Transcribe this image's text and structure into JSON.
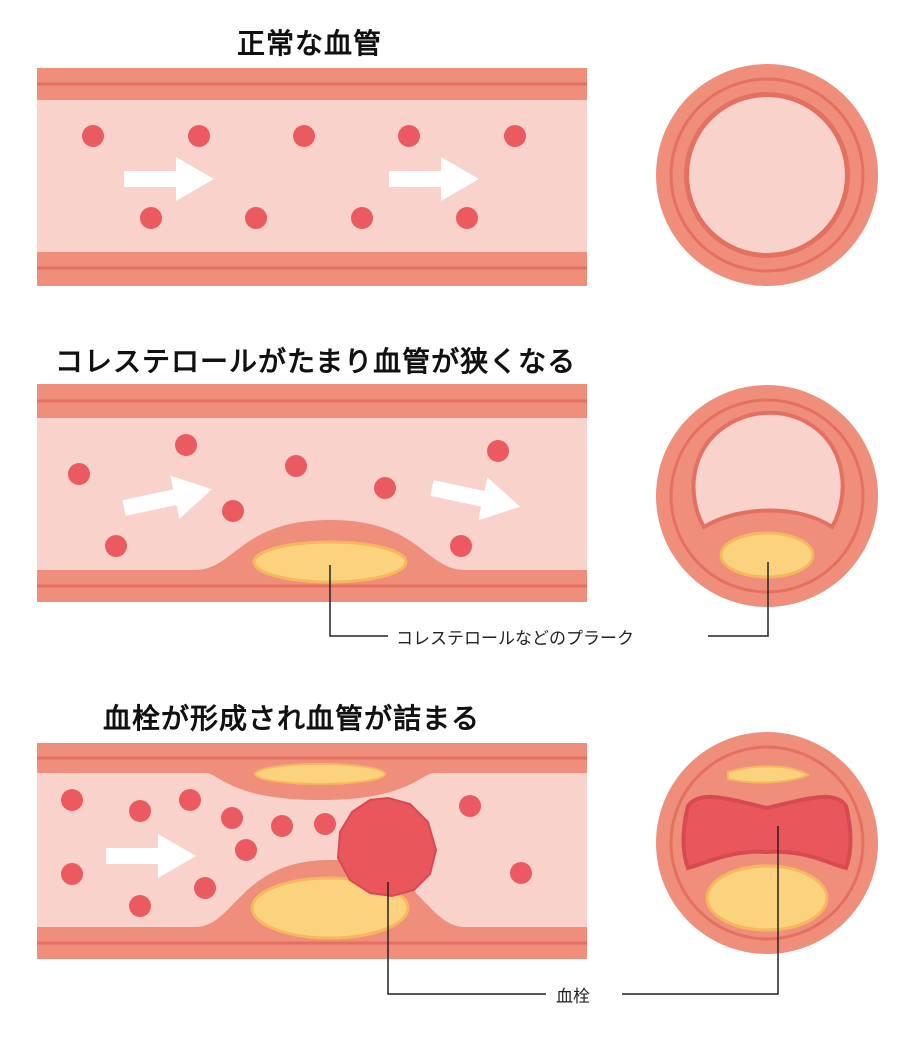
{
  "panels": {
    "normal": {
      "title": "正常な血管"
    },
    "narrowing": {
      "title": "コレステロールがたまり血管が狭くなる",
      "callout": "コレステロールなどのプラーク"
    },
    "clot": {
      "title": "血栓が形成され血管が詰まる",
      "callout": "血栓"
    }
  },
  "colors": {
    "wall": "#f08e7c",
    "wall_dark": "#e4705f",
    "lumen": "#f9d2cc",
    "cell": "#ea5a5f",
    "plaque": "#fbd27e",
    "plaque_edge": "#f6b75e",
    "clot": "#e9565c",
    "arrow": "#ffffff"
  }
}
